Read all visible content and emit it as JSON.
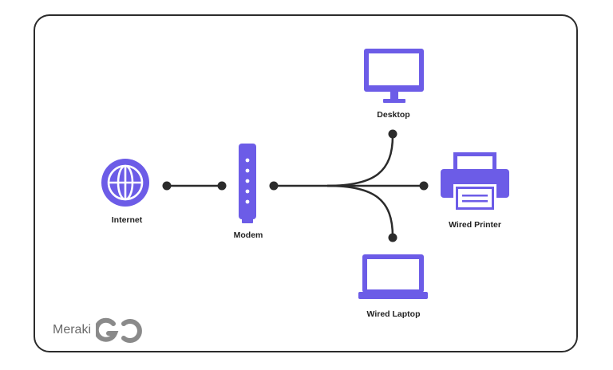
{
  "devices": {
    "internet": {
      "label": "Internet",
      "icon": "globe-icon"
    },
    "modem": {
      "label": "Modem",
      "icon": "modem-icon"
    },
    "desktop": {
      "label": "Desktop",
      "icon": "desktop-monitor-icon"
    },
    "printer": {
      "label": "Wired Printer",
      "icon": "printer-icon"
    },
    "laptop": {
      "label": "Wired Laptop",
      "icon": "laptop-icon"
    }
  },
  "brand": {
    "text": "Meraki",
    "logo": "meraki-go-logo"
  },
  "colors": {
    "accent": "#6c5ce7",
    "accent_light": "#ffffff",
    "line": "#2b2b2b",
    "frame_border": "#2b2b2b",
    "logo_gray": "#8a8a8a"
  }
}
